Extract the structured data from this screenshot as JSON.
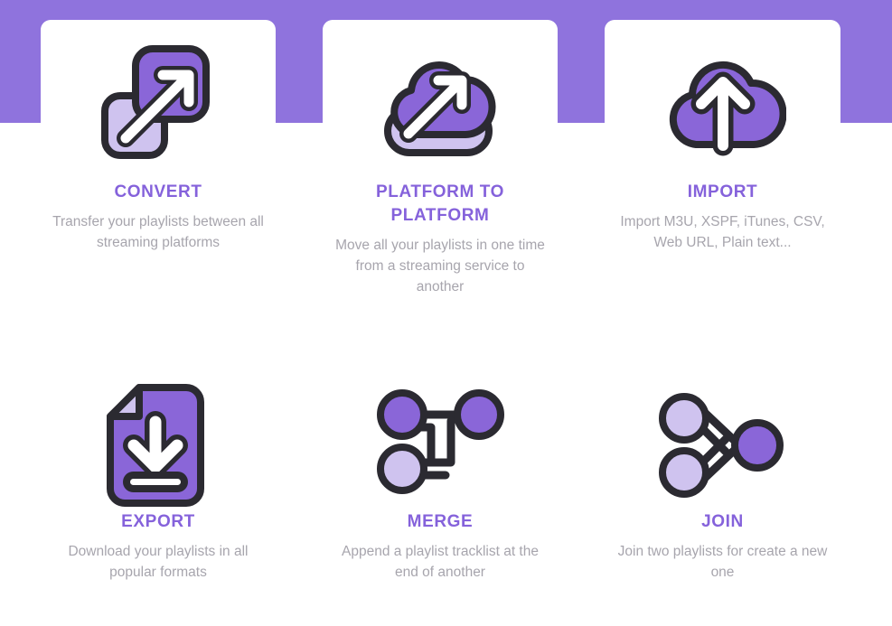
{
  "theme": {
    "banner_color": "#8f73dd",
    "card_background": "#ffffff",
    "title_color": "#8562db",
    "description_color": "#a7a5ad",
    "icon_primary": "#8a66d8",
    "icon_light": "#cfc3ef",
    "icon_outline": "#2b2a31",
    "icon_white": "#ffffff"
  },
  "features": {
    "top_row": [
      {
        "icon": "convert-squares-arrow-icon",
        "title": "CONVERT",
        "description": "Transfer your playlists between all streaming platforms"
      },
      {
        "icon": "cloud-arrow-transfer-icon",
        "title": "PLATFORM TO PLATFORM",
        "description": "Move all your playlists in one time from a streaming service to another"
      },
      {
        "icon": "cloud-upload-icon",
        "title": "IMPORT",
        "description": "Import M3U, XSPF, iTunes, CSV, Web URL, Plain text..."
      }
    ],
    "bottom_row": [
      {
        "icon": "document-download-icon",
        "title": "EXPORT",
        "description": "Download your playlists in all popular formats"
      },
      {
        "icon": "merge-nodes-icon",
        "title": "MERGE",
        "description": "Append a playlist tracklist at the end of another"
      },
      {
        "icon": "join-nodes-icon",
        "title": "JOIN",
        "description": "Join two playlists for create a new one"
      }
    ]
  }
}
